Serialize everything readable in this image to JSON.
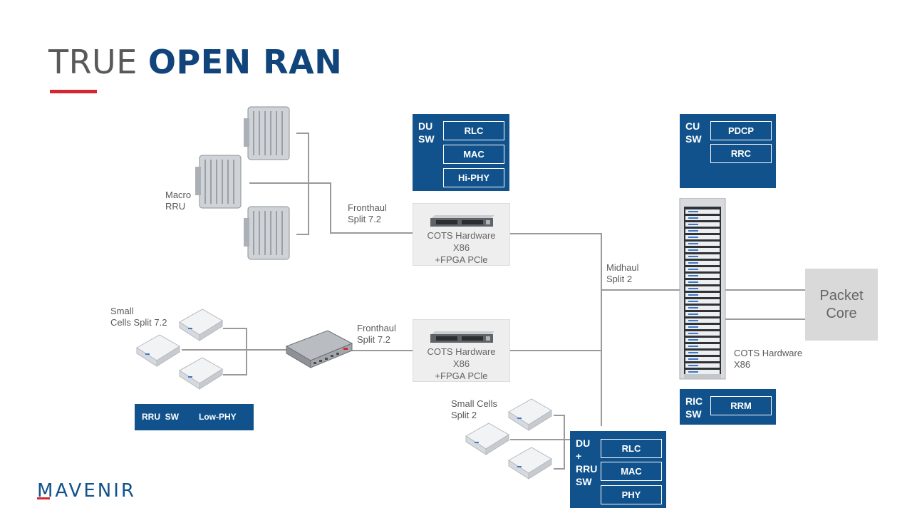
{
  "title": {
    "part1": "TRUE",
    "part2": "OPEN RAN"
  },
  "labels": {
    "macro_rru": [
      "Macro",
      "RRU"
    ],
    "small_cells_72": [
      "Small",
      "Cells Split 7.2"
    ],
    "fronthaul_top": [
      "Fronthaul",
      "Split 7.2"
    ],
    "fronthaul_bottom": [
      "Fronthaul",
      "Split 7.2"
    ],
    "midhaul": [
      "Midhaul",
      "Split 2"
    ],
    "small_cells_2": [
      "Small Cells",
      "Split 2"
    ],
    "cots_rack": [
      "COTS Hardware",
      "X86"
    ]
  },
  "hw_top": [
    "COTS Hardware",
    "X86",
    "+FPGA PCle"
  ],
  "hw_bottom": [
    "COTS Hardware",
    "X86",
    "+FPGA PCle"
  ],
  "du_sw": {
    "label": [
      "DU",
      "SW"
    ],
    "items": [
      "RLC",
      "MAC",
      "Hi-PHY"
    ]
  },
  "cu_sw": {
    "label": [
      "CU",
      "SW"
    ],
    "items": [
      "PDCP",
      "RRC"
    ]
  },
  "ric_sw": {
    "label": [
      "RIC",
      "SW"
    ],
    "items": [
      "RRM"
    ]
  },
  "rru_sw": {
    "label": "RRU  SW",
    "item": "Low-PHY"
  },
  "du_rru_sw": {
    "label": [
      "DU",
      "+",
      "RRU",
      "SW"
    ],
    "items": [
      "RLC",
      "MAC",
      "PHY"
    ]
  },
  "packet_core": [
    "Packet",
    "Core"
  ],
  "logo": "MAVENIR",
  "colors": {
    "box_blue": "#11528c",
    "title_blue": "#10447a",
    "accent_red": "#d7262f",
    "line_gray": "#9a9a9a"
  }
}
